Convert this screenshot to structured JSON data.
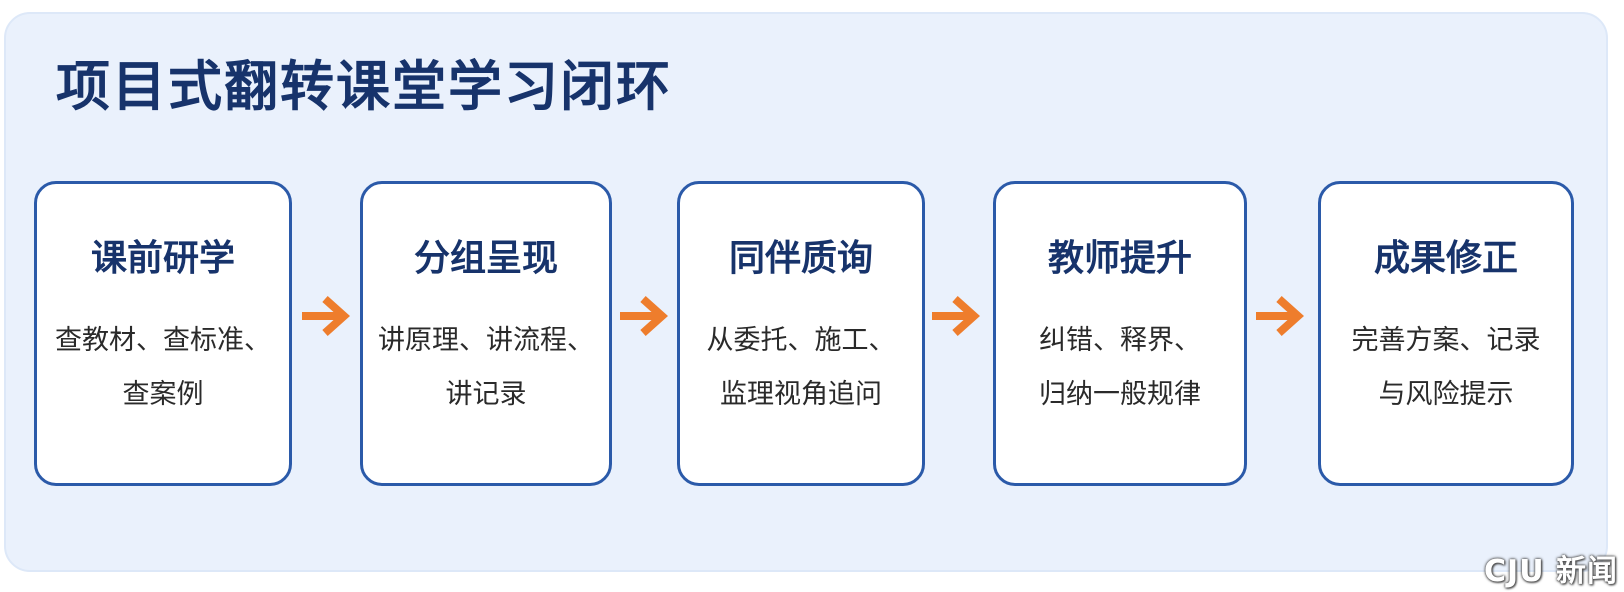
{
  "title": "项目式翻转课堂学习闭环",
  "steps": [
    {
      "title": "课前研学",
      "lines": [
        "查教材、查标准、",
        "查案例"
      ]
    },
    {
      "title": "分组呈现",
      "lines": [
        "讲原理、讲流程、",
        "讲记录"
      ]
    },
    {
      "title": "同伴质询",
      "lines": [
        "从委托、施工、",
        "监理视角追问"
      ]
    },
    {
      "title": "教师提升",
      "lines": [
        "纠错、释界、",
        "归纳一般规律"
      ]
    },
    {
      "title": "成果修正",
      "lines": [
        "完善方案、记录",
        "与风险提示"
      ]
    }
  ],
  "watermark": "CJU 新闻",
  "colors": {
    "panel_bg": "#eaf1fc",
    "title": "#17336b",
    "card_border": "#2b5aa9",
    "arrow": "#ee7d2c"
  },
  "icons": {
    "connector": "arrow-right-icon"
  }
}
